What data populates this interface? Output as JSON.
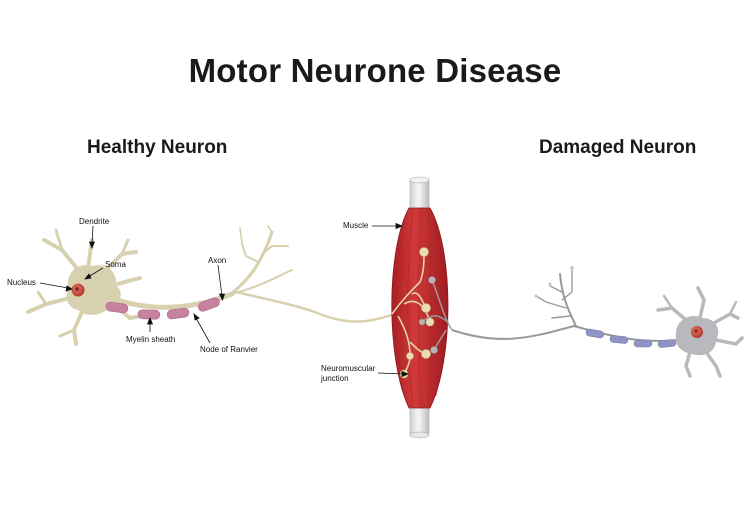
{
  "title": "Motor Neurone Disease",
  "healthy_title": "Healthy Neuron",
  "damaged_title": "Damaged Neuron",
  "labels": {
    "dendrite": "Dendrite",
    "soma": "Soma",
    "nucleus": "Nucleus",
    "axon": "Axon",
    "myelin_sheath": "Myelin sheath",
    "node_of_ranvier": "Node of Ranvier",
    "muscle": "Muscle",
    "nmj_line1": "Neuromuscular",
    "nmj_line2": "junction"
  },
  "colors": {
    "healthy_cell": "#d8d1b0",
    "healthy_myelin": "#c882a0",
    "damaged_cell": "#b9b9bd",
    "damaged_myelin": "#8f93c6",
    "nucleus": "#d0503f",
    "muscle": "#c7302f",
    "tendon": "#ececec"
  }
}
